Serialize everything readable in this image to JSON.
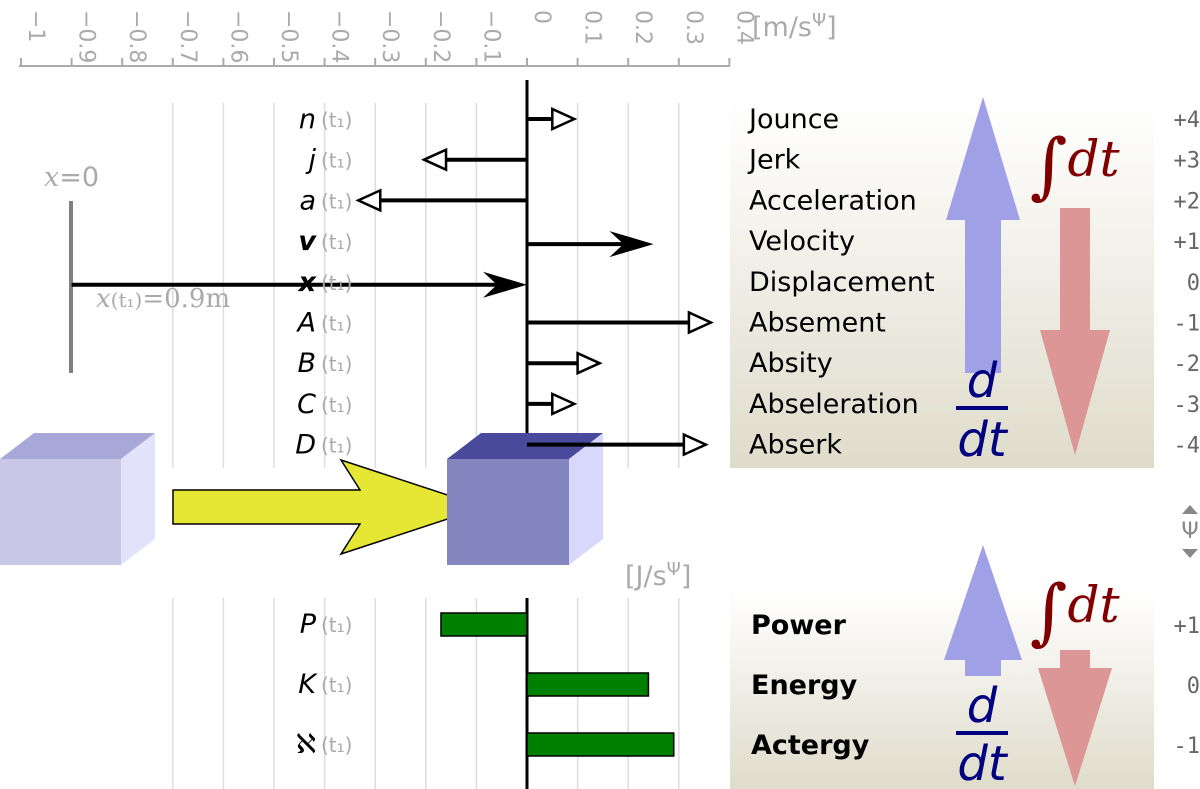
{
  "colors": {
    "axis": "#aaaaaa",
    "grid": "#dddddd",
    "arrow": "#000000",
    "bar": "#008000",
    "up_arrow": "#9fa0e6",
    "down_arrow": "#dc9696",
    "integral": "#800000",
    "derivative": "#000080",
    "panel_top": "#ffffff",
    "panel_bottom": "#dfdccb",
    "cube_front_light": "#c8c8e6",
    "cube_top_light": "#a8a8d8",
    "cube_side_light": "#e2e2fa",
    "cube_front_dark": "#8585c0",
    "cube_top_dark": "#4a4a9c",
    "cube_side_dark": "#d8d8fa",
    "big_arrow": "#e6e634"
  },
  "scale": {
    "unit_open": "[m/s",
    "unit_sup": "Ψ",
    "unit_close": "]",
    "ticks": [
      "−1",
      "−0.9",
      "−0.8",
      "−0.7",
      "−0.6",
      "−0.5",
      "−0.4",
      "−0.3",
      "−0.2",
      "−0.1",
      "0",
      "0.1",
      "0.2",
      "0.3",
      "0.4"
    ],
    "tick_values": [
      -1,
      -0.9,
      -0.8,
      -0.7,
      -0.6,
      -0.5,
      -0.4,
      -0.3,
      -0.2,
      -0.1,
      0,
      0.1,
      0.2,
      0.3,
      0.4
    ]
  },
  "kinematics": [
    {
      "symbol": "n",
      "name": "Jounce",
      "power": "+4",
      "value": 0.05,
      "bold": false
    },
    {
      "symbol": "j",
      "name": "Jerk",
      "power": "+3",
      "value": -0.16,
      "bold": false
    },
    {
      "symbol": "a",
      "name": "Acceleration",
      "power": "+2",
      "value": -0.29,
      "bold": false
    },
    {
      "symbol": "v",
      "name": "Velocity",
      "power": "+1",
      "value": 0.25,
      "bold": true
    },
    {
      "symbol": "x",
      "name": "Displacement",
      "power": "0",
      "value": -0.9,
      "bold": true
    },
    {
      "symbol": "A",
      "name": "Absement",
      "power": "-1",
      "value": 0.32,
      "bold": false
    },
    {
      "symbol": "B",
      "name": "Absity",
      "power": "-2",
      "value": 0.1,
      "bold": false
    },
    {
      "symbol": "C",
      "name": "Abseleration",
      "power": "-3",
      "value": 0.05,
      "bold": false
    },
    {
      "symbol": "D",
      "name": "Abserk",
      "power": "-4",
      "value": 0.31,
      "bold": false
    }
  ],
  "time_arg": "(t₁)",
  "origin_label": {
    "var": "x",
    "rest": "=0"
  },
  "position_label": {
    "var": "x",
    "arg": "(t₁)",
    "rest": "=0.9m"
  },
  "energy": {
    "unit_open": "[J/s",
    "unit_sup": "Ψ",
    "unit_close": "]",
    "rows": [
      {
        "symbol": "P",
        "name": "Power",
        "power": "+1",
        "value": -0.17
      },
      {
        "symbol": "K",
        "name": "Energy",
        "power": "0",
        "value": 0.24
      },
      {
        "symbol": "ℵ",
        "name": "Actergy",
        "power": "-1",
        "value": 0.29
      }
    ]
  },
  "operators": {
    "integral_sign": "∫",
    "integral_text": "dt",
    "deriv_num": "d",
    "deriv_den": "dt"
  },
  "psi_label": "Ψ"
}
